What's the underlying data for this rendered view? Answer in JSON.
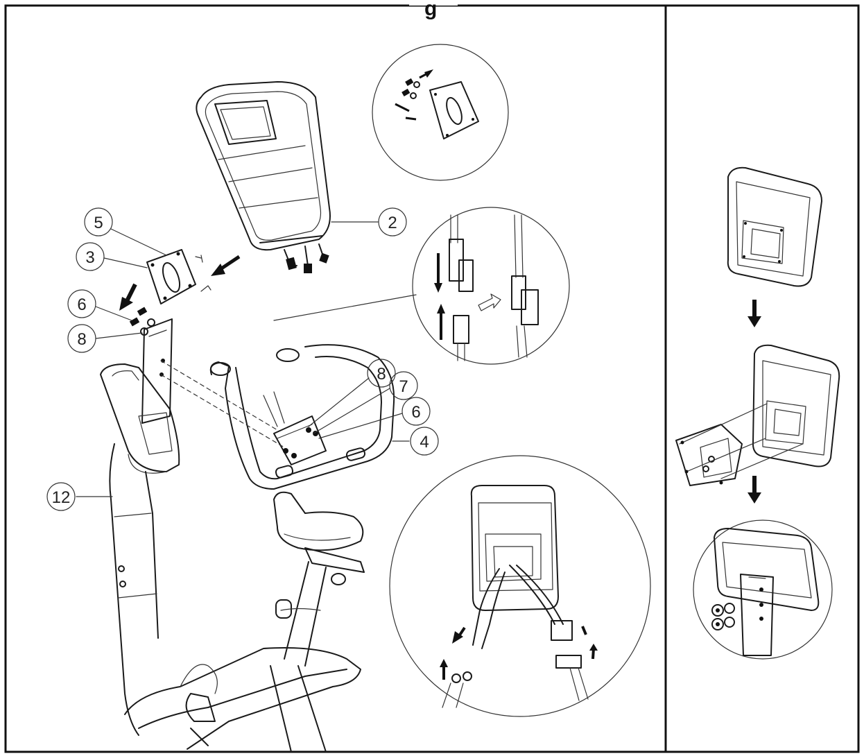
{
  "header": {
    "title_fragment": "g"
  },
  "callouts": [
    {
      "id": "c2",
      "label": "2"
    },
    {
      "id": "c5",
      "label": "5"
    },
    {
      "id": "c3",
      "label": "3"
    },
    {
      "id": "c6a",
      "label": "6"
    },
    {
      "id": "c8a",
      "label": "8"
    },
    {
      "id": "c8b",
      "label": "8"
    },
    {
      "id": "c7",
      "label": "7"
    },
    {
      "id": "c6b",
      "label": "6"
    },
    {
      "id": "c4",
      "label": "4"
    },
    {
      "id": "c12",
      "label": "12"
    }
  ],
  "colors": {
    "ink": "#1a1a1a",
    "frame": "#111111",
    "background": "#ffffff"
  }
}
